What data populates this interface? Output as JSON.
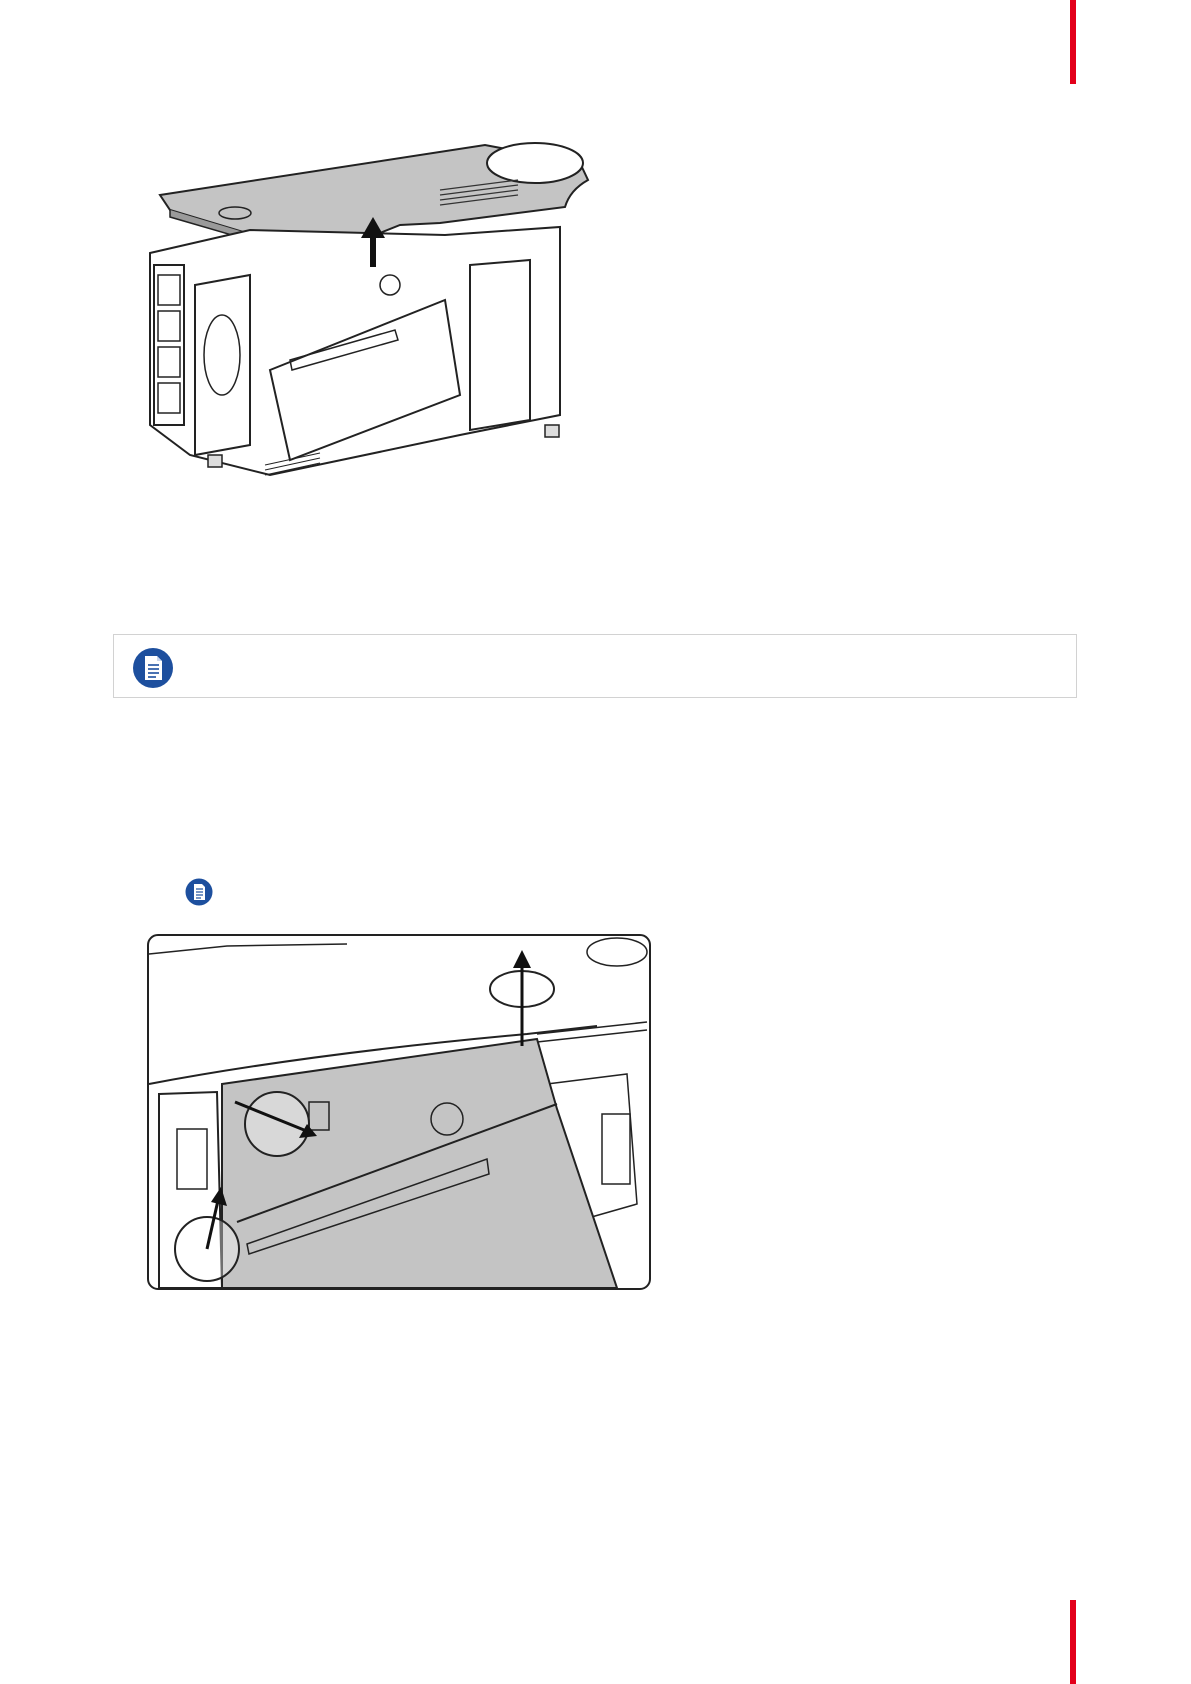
{
  "page": {
    "accent_color": "#e3001b"
  },
  "figures": {
    "top_cover_removal": {
      "icon": "projector-top-cover-lift-illustration"
    },
    "side_cover_screws": {
      "icon": "side-cover-screws-illustration"
    }
  },
  "note": {
    "icon": "note-icon",
    "text": ""
  },
  "inline_note": {
    "icon": "note-icon-small"
  },
  "colors": {
    "note_icon": "#1d4f9e",
    "note_border": "#d2d2d2",
    "cover_gray": "#c4c4c4"
  }
}
